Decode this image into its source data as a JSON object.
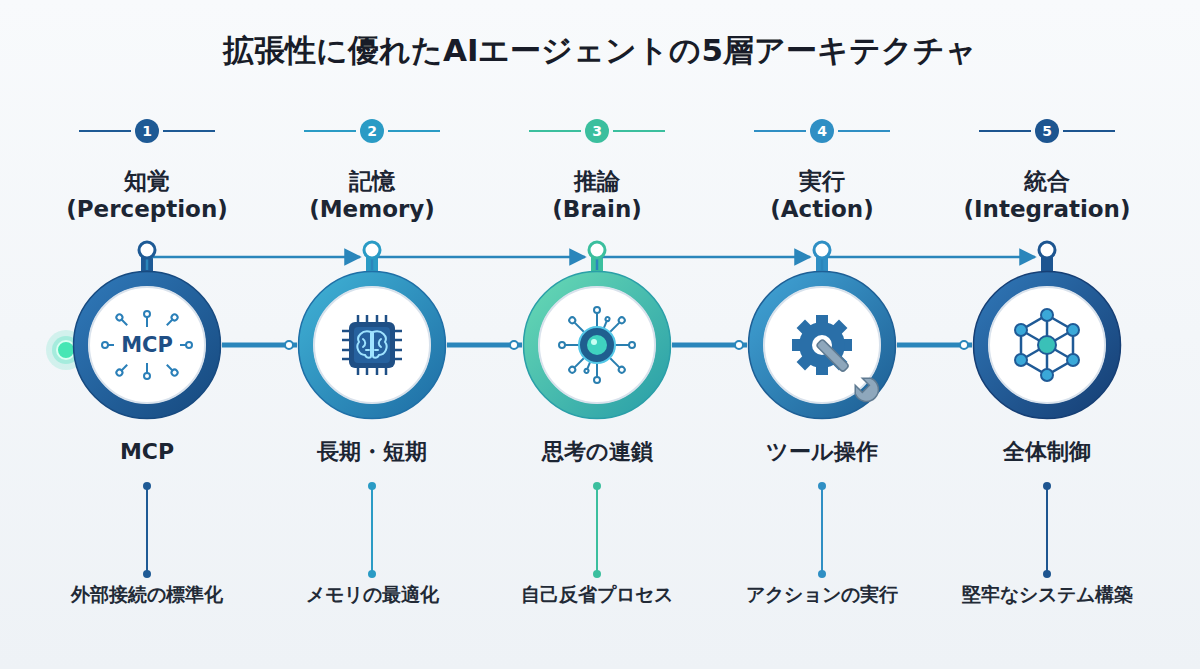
{
  "diagram": {
    "title": "拡張性に優れたAIエージェントの5層アーキテクチャ",
    "nodes": [
      {
        "text": [
          "知覚 (Perception)",
          "MCP",
          "MCP",
          "外部接続の標準化"
        ]
      },
      {
        "text": [
          "記憶 (Memory)",
          "長期・短期",
          "メモリの最適化"
        ]
      },
      {
        "text": [
          "推論 (Brain)",
          "思考の連鎖",
          "自己反省プロセス"
        ]
      },
      {
        "text": [
          "実行 (Action)",
          "ツール操作",
          "アクションの実行"
        ]
      },
      {
        "text": [
          "統合 (Integration)",
          "全体制御",
          "堅牢なシステム構築"
        ]
      }
    ],
    "edges": [
      {
        "from": 0,
        "to": 1,
        "arrow": "to"
      },
      {
        "from": 1,
        "to": 2,
        "arrow": "to"
      },
      {
        "from": 2,
        "to": 3,
        "arrow": "to"
      },
      {
        "from": 3,
        "to": 4,
        "arrow": "to"
      },
      {
        "from": 0,
        "to": 1,
        "arrow": "none"
      },
      {
        "from": 1,
        "to": 2,
        "arrow": "none"
      },
      {
        "from": 2,
        "to": 3,
        "arrow": "none"
      },
      {
        "from": 3,
        "to": 4,
        "arrow": "none"
      }
    ],
    "labels": [
      "1",
      "2",
      "3",
      "4",
      "5"
    ]
  }
}
